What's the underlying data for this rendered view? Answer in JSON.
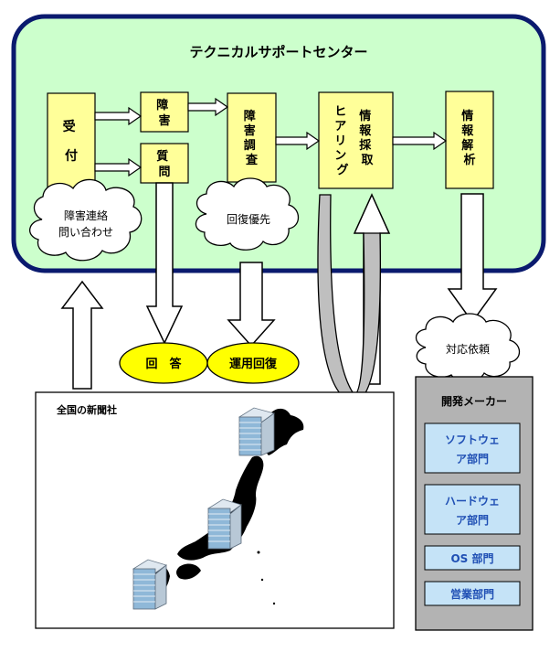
{
  "center": {
    "title": "テクニカルサポートセンター"
  },
  "boxes": {
    "uketsuke": "受付",
    "shougai": "障害",
    "shitsumon": "質問",
    "shougai_chousa": "障害調査",
    "hearing": "ヒアリング",
    "joho_saishu": "情報採取",
    "joho_kaiseki": "情報解析"
  },
  "clouds": {
    "renraku_1": "障害連絡",
    "renraku_2": "問い合わせ",
    "kaifuku_yusen": "回復優先",
    "taiou_irai": "対応依頼"
  },
  "ellipses": {
    "kaitou": "回　答",
    "unyou_kaifuku": "運用回復"
  },
  "newspaper": {
    "title": "全国の新聞社"
  },
  "maker": {
    "title": "開発メーカー",
    "depts": [
      {
        "line1": "ソフトウェ",
        "line2": "ア部門"
      },
      {
        "line1": "ハードウェ",
        "line2": "ア部門"
      },
      {
        "line1": "OS 部門"
      },
      {
        "line1": "営業部門"
      }
    ]
  },
  "colors": {
    "center_bg": "#ccffcc",
    "center_border": "#0a1a6e",
    "box_bg": "#ffff99",
    "ellipse_bg": "#ffff00",
    "maker_bg": "#b3b3b3",
    "dept_bg": "#c5e3f7",
    "dept_text": "#1f4fb4"
  }
}
